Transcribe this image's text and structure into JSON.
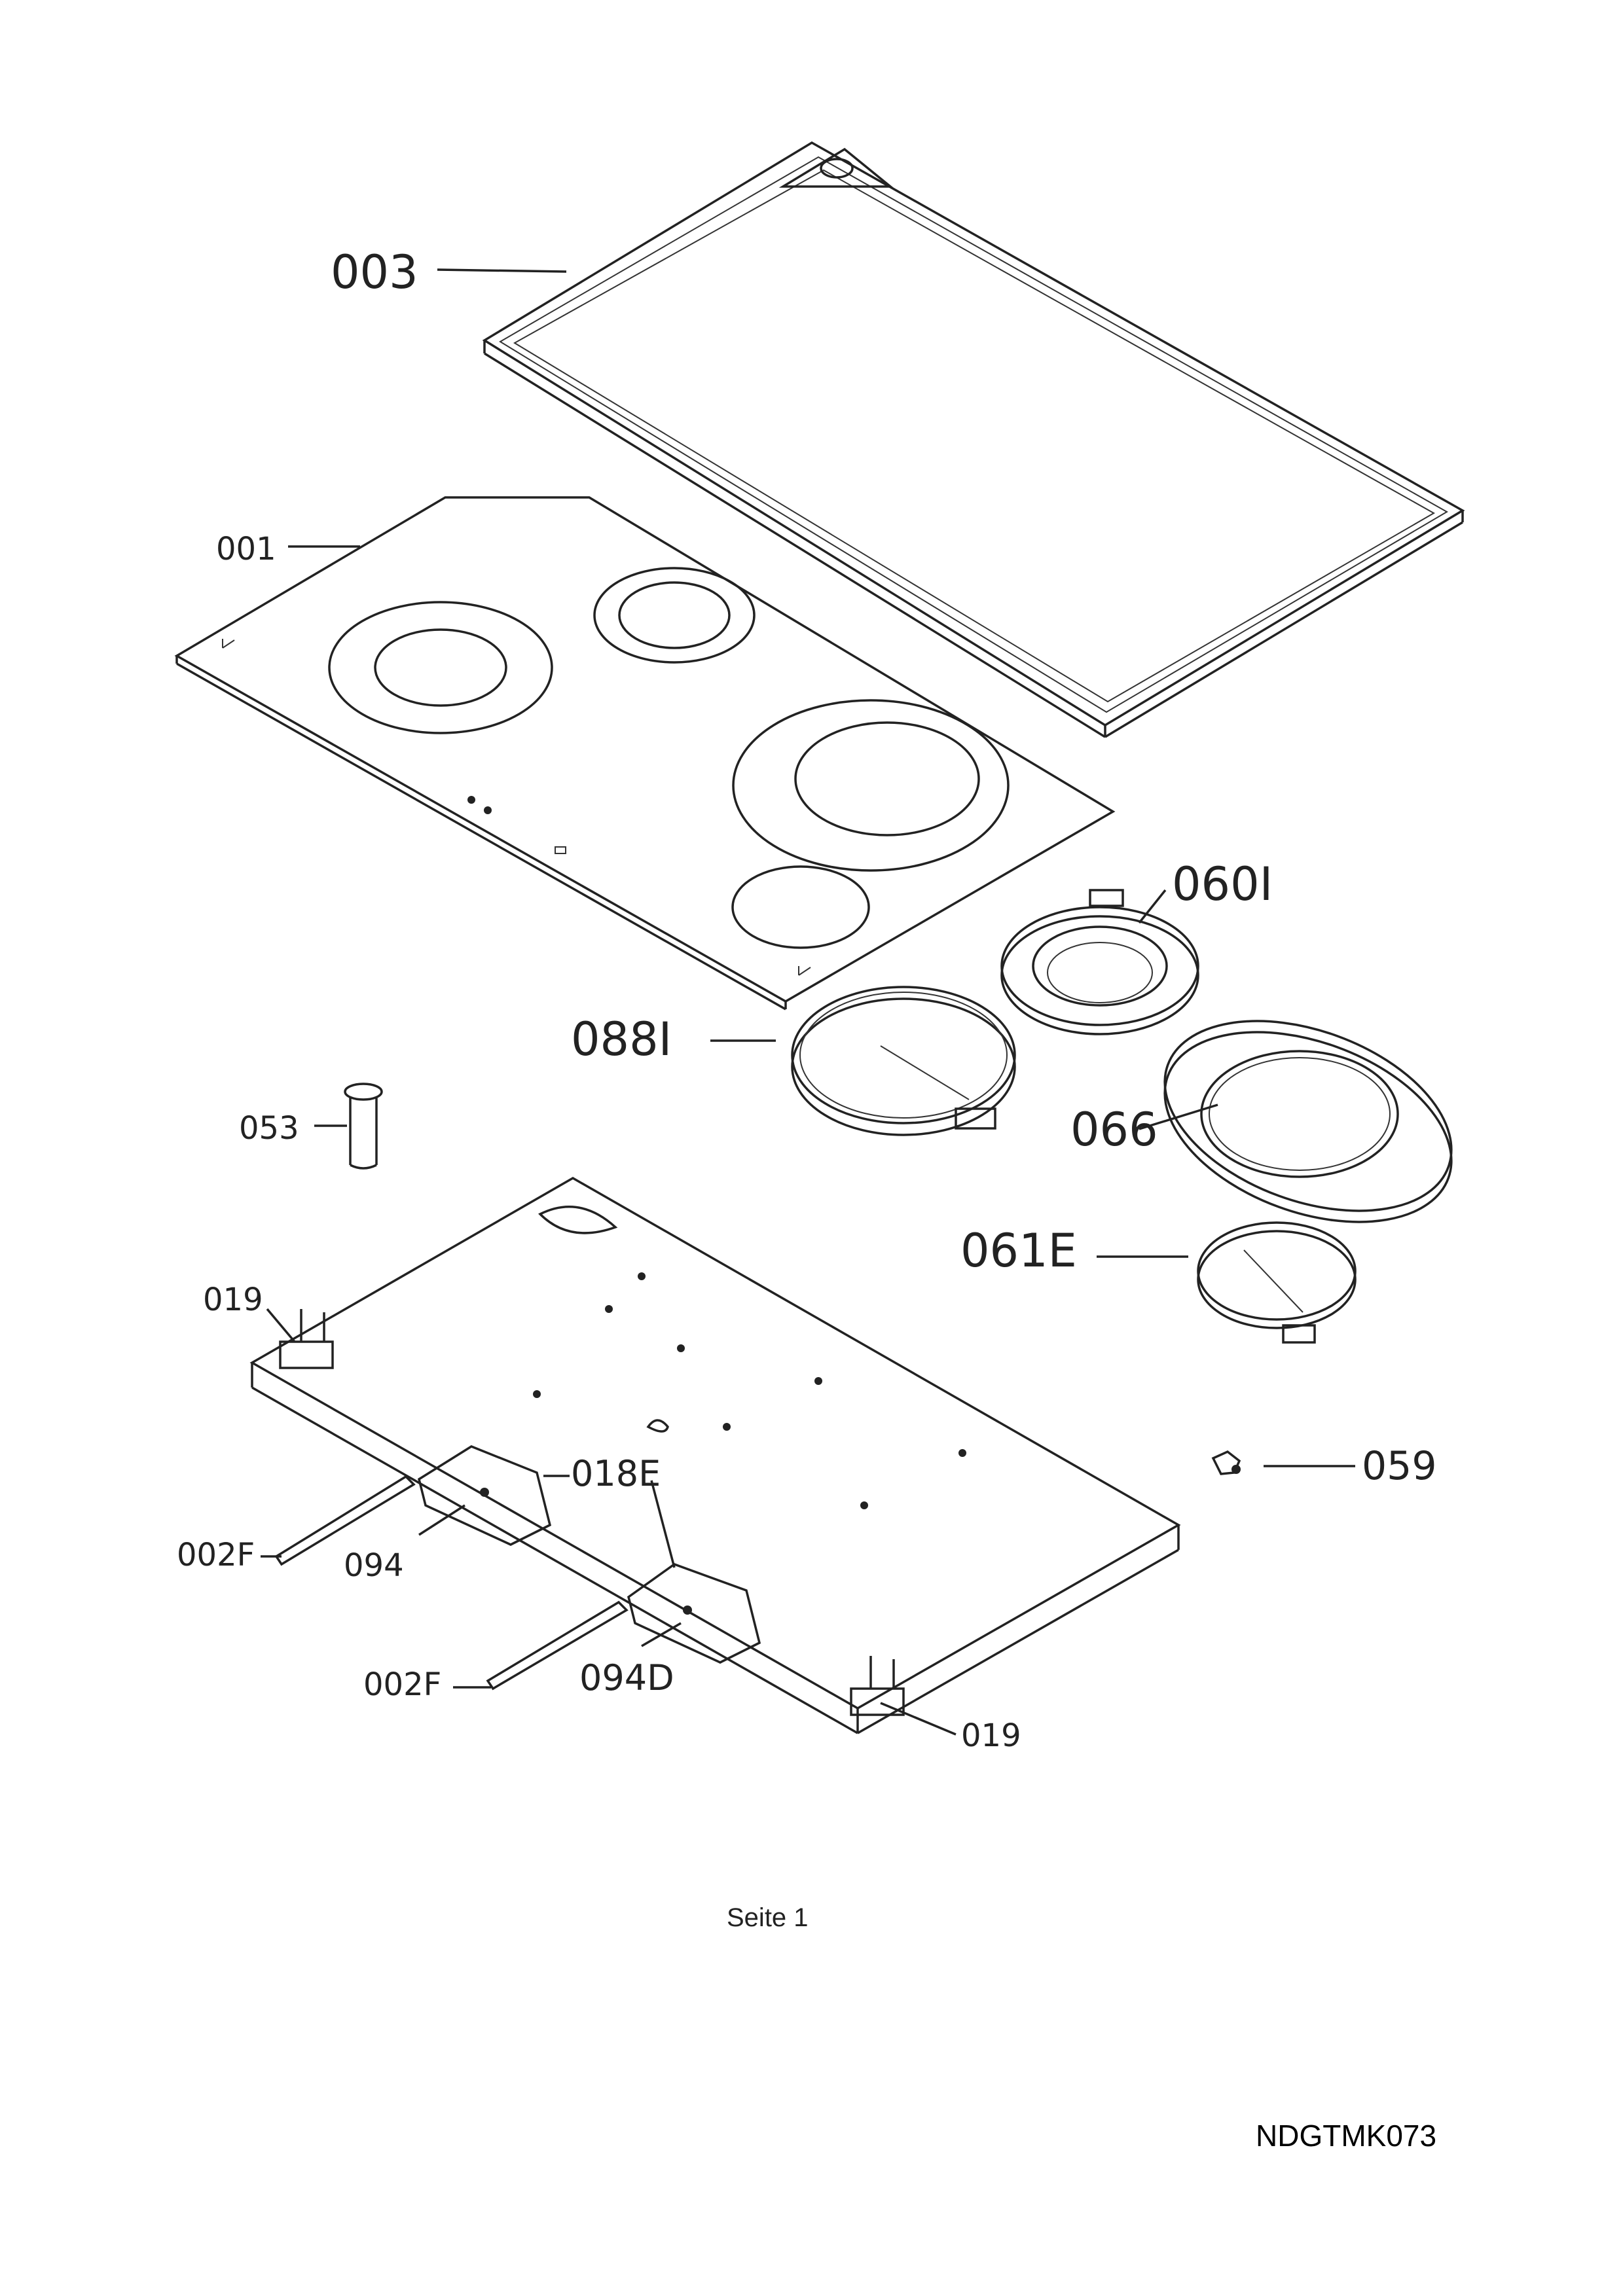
{
  "labels": {
    "glass_frame": "003",
    "glass_top": "001",
    "radiant_heater_large": "060I",
    "radiant_heater_medium": "088I",
    "oval_heater": "066",
    "knob_shaft": "053",
    "heater_small": "061E",
    "bracket_left": "019",
    "bracket_right": "019",
    "terminal_block_1": "018E",
    "clamp_1": "002F",
    "terminal_1": "094",
    "clamp_2": "002F",
    "terminal_2": "094D",
    "thermostat_clip": "059"
  },
  "footer": {
    "page_caption": "Seite 1",
    "doc_code": "NDGTMK073"
  }
}
